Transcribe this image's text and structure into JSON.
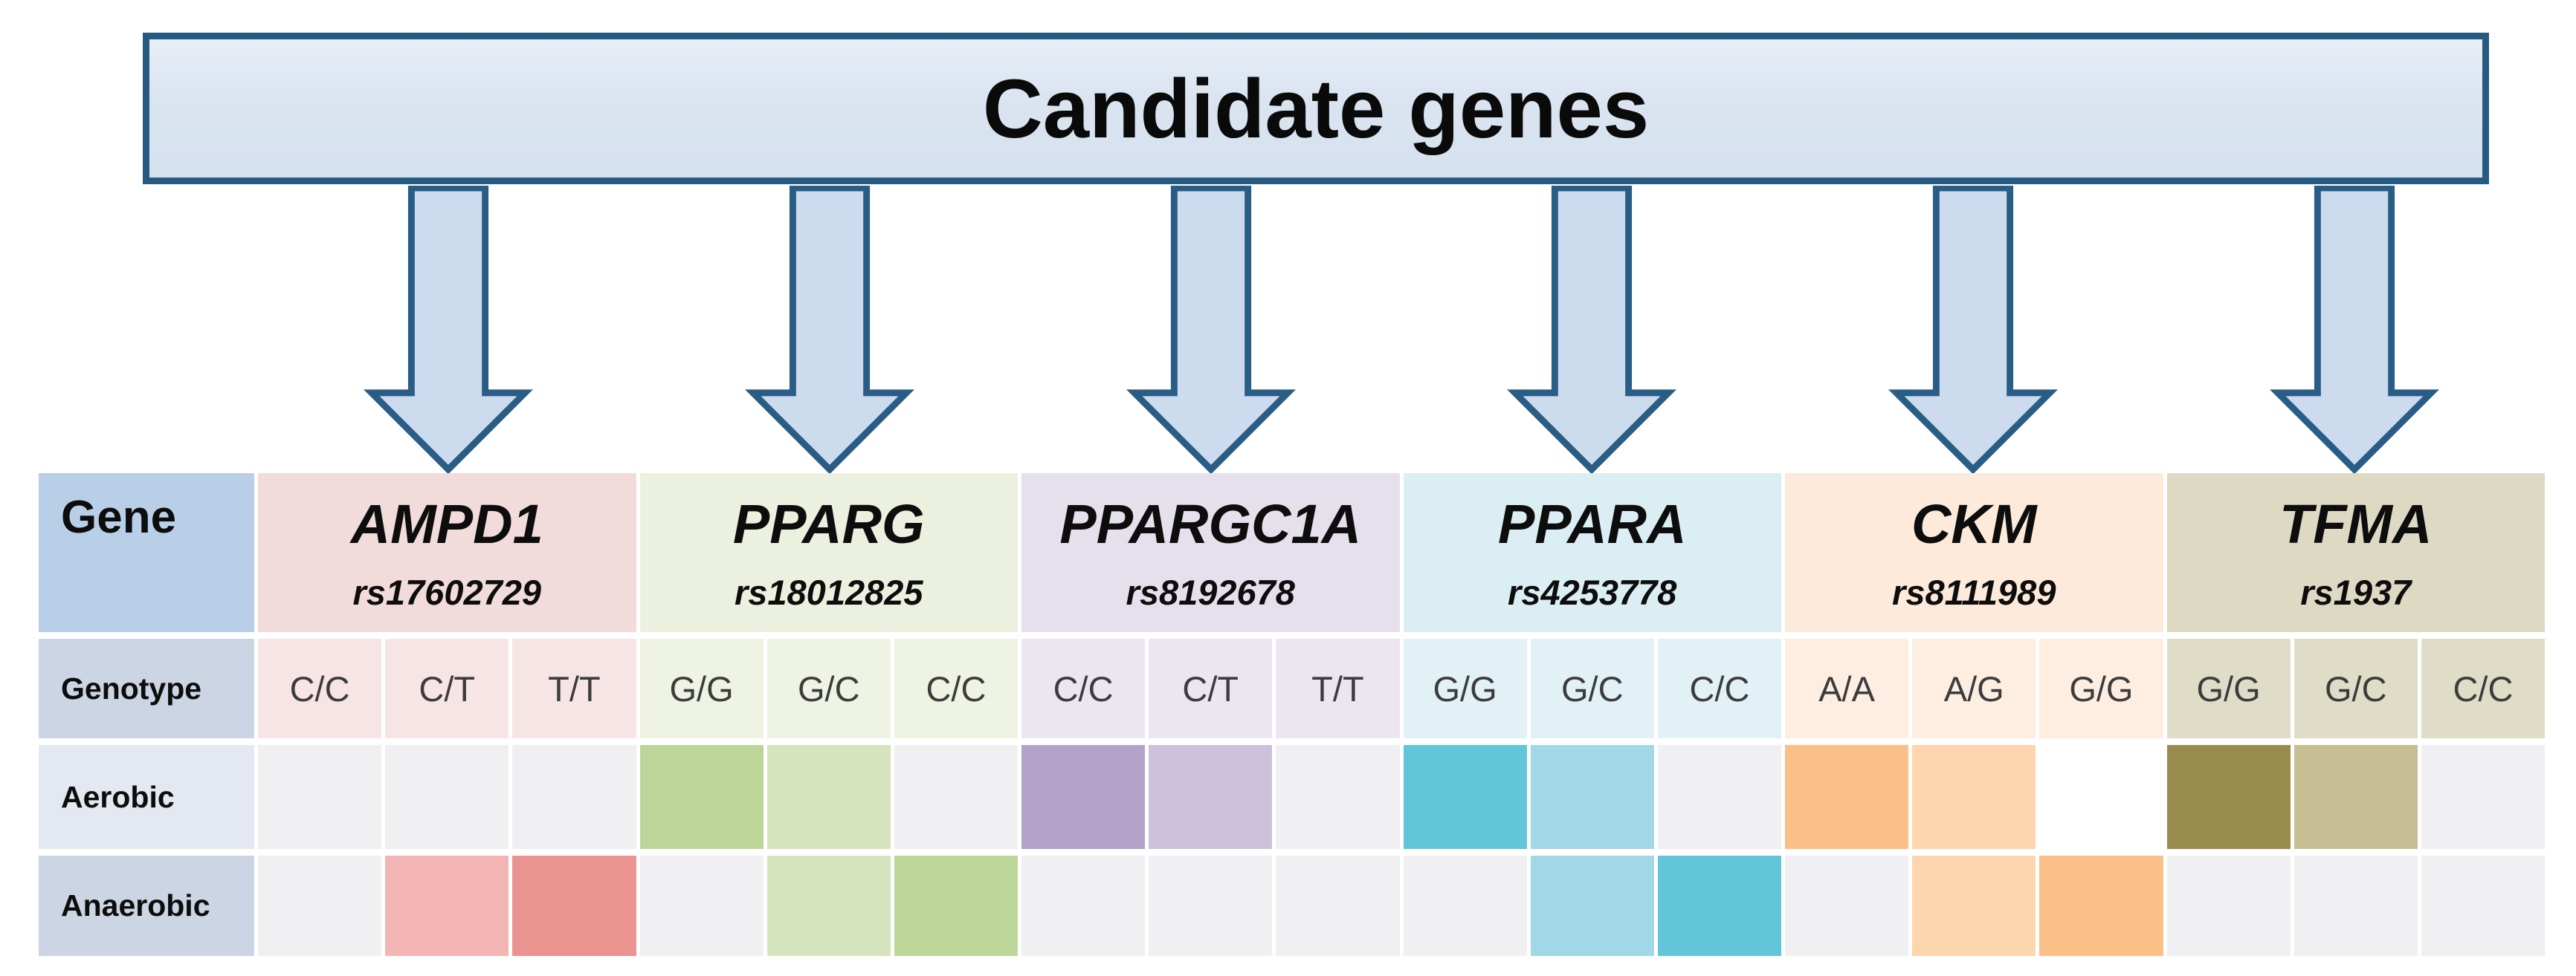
{
  "banner": {
    "title": "Candidate genes"
  },
  "palette": {
    "banner_fill_top": "#e8eef7",
    "banner_fill_mid": "#dbe5f1",
    "banner_fill_bottom": "#d6e1ef",
    "banner_border": "#265a80",
    "arrow_fill": "#ccdcee",
    "arrow_border": "#2a5d85",
    "gene_label_header_bg": "#b9cfe8",
    "row_label_bg": "#ccd5e3",
    "row_label_light_bg": "#e4e9f1",
    "neutral_cell": "#f0eff1",
    "white_cell": "#ffffff",
    "text_color": "#0d0d0d"
  },
  "table": {
    "gene_column_header": "Gene",
    "row_labels": {
      "genotype": "Genotype",
      "aerobic": "Aerobic",
      "anaerobic": "Anaerobic"
    },
    "genes": [
      {
        "name": "AMPD1",
        "rs": "rs17602729",
        "header_bg": "#f2dcdb",
        "genotype_bg": "#f6e5e4",
        "strong": "#ea9391",
        "light": "#f2b5b3",
        "genotypes": [
          "C/C",
          "C/T",
          "T/T"
        ],
        "aerobic": [
          "none",
          "none",
          "none"
        ],
        "anaerobic": [
          "none",
          "light",
          "strong"
        ]
      },
      {
        "name": "PPARG",
        "rs": "rs18012825",
        "header_bg": "#ebf1de",
        "genotype_bg": "#eef3e3",
        "strong": "#bcd69a",
        "light": "#d6e4bd",
        "genotypes": [
          "G/G",
          "G/C",
          "C/C"
        ],
        "aerobic": [
          "strong",
          "light",
          "none"
        ],
        "anaerobic": [
          "none",
          "light",
          "strong"
        ]
      },
      {
        "name": "PPARGC1A",
        "rs": "rs8192678",
        "header_bg": "#e6e0ec",
        "genotype_bg": "#ebe6f0",
        "strong": "#b3a2c7",
        "light": "#ccc0da",
        "genotypes": [
          "C/C",
          "C/T",
          "T/T"
        ],
        "aerobic": [
          "strong",
          "light",
          "none"
        ],
        "anaerobic": [
          "none",
          "none",
          "none"
        ]
      },
      {
        "name": "PPARA",
        "rs": "rs4253778",
        "header_bg": "#daeef3",
        "genotype_bg": "#e1f1f5",
        "strong": "#62c6da",
        "light": "#a2d7e6",
        "genotypes": [
          "G/G",
          "G/C",
          "C/C"
        ],
        "aerobic": [
          "strong",
          "light",
          "none"
        ],
        "anaerobic": [
          "none",
          "light",
          "strong"
        ]
      },
      {
        "name": "CKM",
        "rs": "rs8111989",
        "header_bg": "#fdeada",
        "genotype_bg": "#fdeee1",
        "strong": "#fbbf88",
        "light": "#fdd5af",
        "genotypes": [
          "A/A",
          "A/G",
          "G/G"
        ],
        "aerobic": [
          "strong",
          "light",
          "white"
        ],
        "anaerobic": [
          "none",
          "light",
          "strong"
        ]
      },
      {
        "name": "TFMA",
        "rs": "rs1937",
        "header_bg": "#ddd9c3",
        "genotype_bg": "#dfdcc7",
        "strong": "#988b4c",
        "light": "#c7bf93",
        "genotypes": [
          "G/G",
          "G/C",
          "C/C"
        ],
        "aerobic": [
          "strong",
          "light",
          "none"
        ],
        "anaerobic": [
          "none",
          "none",
          "none"
        ]
      }
    ]
  }
}
